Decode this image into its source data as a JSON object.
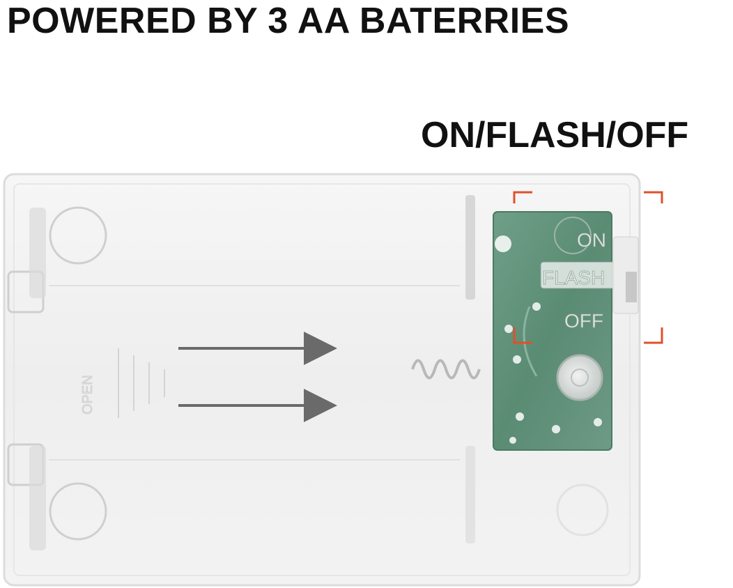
{
  "headline": "POWERED BY 3 AA BATERRIES",
  "switch_label": "ON/FLASH/OFF",
  "photo": {
    "description_icon": "battery-box-photo",
    "pcb_labels": {
      "on": "ON",
      "flash": "FLASH",
      "off": "OFF"
    },
    "lid_label": "OPEN"
  },
  "colors": {
    "text": "#111111",
    "highlight_bracket": "#e0502a",
    "pcb_green": "#5f8f78",
    "arrow": "#6a6a6a"
  }
}
